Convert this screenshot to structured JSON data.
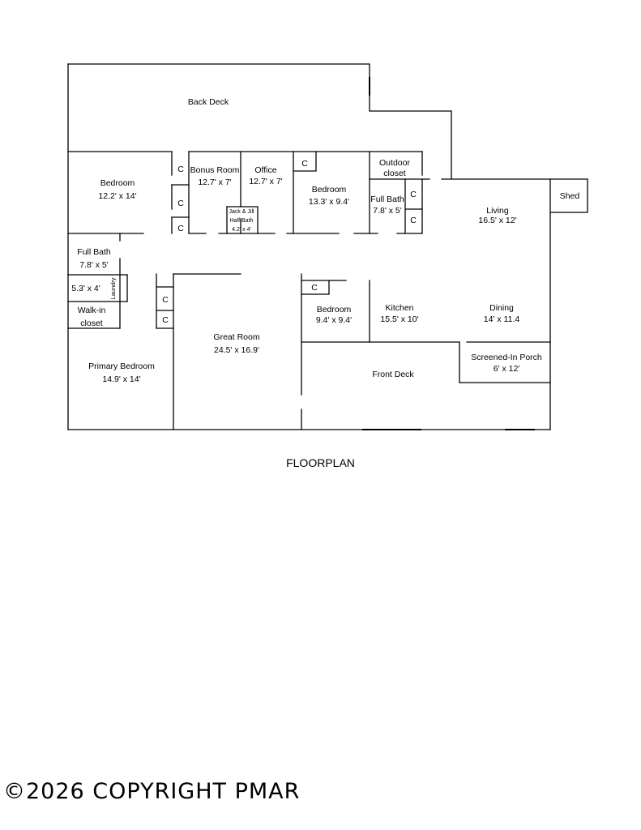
{
  "plan": {
    "rooms": {
      "back_deck": "Back Deck",
      "bedroom_1": "Bedroom",
      "bedroom_1_size": "12.2' x 14'",
      "bonus_room": "Bonus Room",
      "bonus_room_size": "12.7' x 7'",
      "office": "Office",
      "office_size": "12.7' x 7'",
      "jack_jill_1": "Jack & Jill",
      "jack_jill_2": "Half Bath",
      "jack_jill_size": "4.2' x 4'",
      "bedroom_2": "Bedroom",
      "bedroom_2_size": "13.3' x 9.4'",
      "outdoor_closet_1": "Outdoor",
      "outdoor_closet_2": "closet",
      "full_bath_right": "Full Bath",
      "full_bath_right_size": "7.8' x 5'",
      "living": "Living",
      "living_size": "16.5' x 12'",
      "shed": "Shed",
      "full_bath_left": "Full Bath",
      "full_bath_left_size": "7.8' x 5'",
      "laundry_size": "5.3' x 4'",
      "laundry": "Laundry",
      "walk_in_1": "Walk-in",
      "walk_in_2": "closet",
      "primary_bedroom": "Primary Bedroom",
      "primary_bedroom_size": "14.9' x 14'",
      "great_room": "Great Room",
      "great_room_size": "24.5' x 16.9'",
      "bedroom_3": "Bedroom",
      "bedroom_3_size": "9.4' x 9.4'",
      "kitchen": "Kitchen",
      "kitchen_size": "15.5' x 10'",
      "dining": "Dining",
      "dining_size": "14' x 11.4",
      "screened_porch": "Screened-In Porch",
      "screened_porch_size": "6' x 12'",
      "front_deck": "Front Deck"
    },
    "closet_label": "C"
  },
  "caption": "FLOORPLAN",
  "copyright": "©2026 COPYRIGHT PMAR"
}
